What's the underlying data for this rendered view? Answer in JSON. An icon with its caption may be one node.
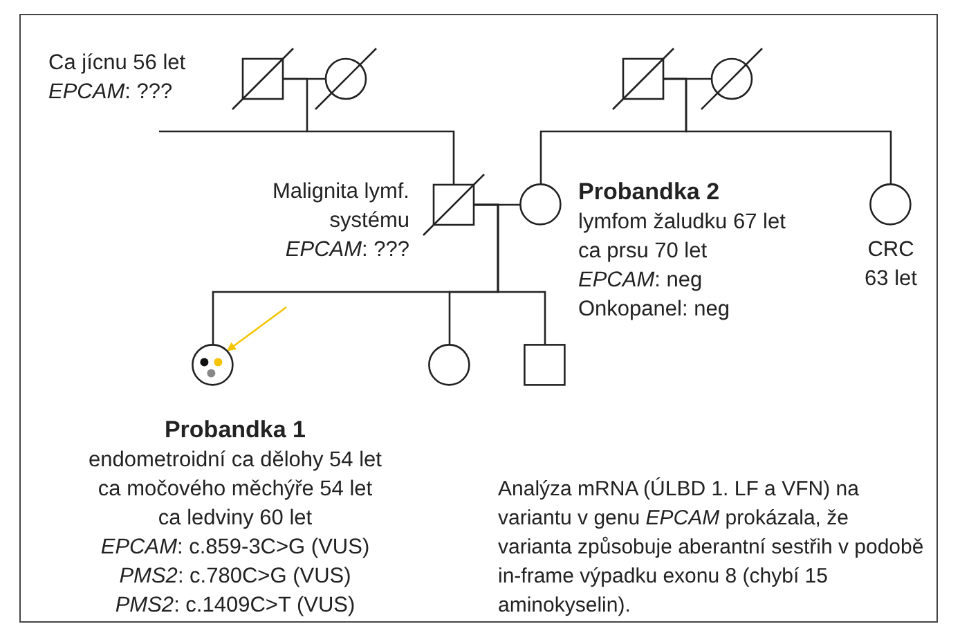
{
  "diagram": {
    "nodes": [
      {
        "text": [],
        "shape": "box",
        "beside": [
          "Ca jícnu 56 let",
          "*EPCAM*: ???"
        ]
      },
      {
        "text": [],
        "shape": "circle"
      },
      {
        "text": [],
        "shape": "box"
      },
      {
        "text": [],
        "shape": "circle"
      },
      {
        "text": [],
        "shape": "box",
        "beside": [
          "Malignita lymf. systému",
          "*EPCAM*: ???"
        ]
      },
      {
        "text": [],
        "shape": "circle",
        "beside": [
          "Probandka 2",
          "lymfom žaludku 67 let",
          "ca prsu 70 let",
          "*EPCAM*: neg",
          "Onkopanel: neg"
        ]
      },
      {
        "text": [],
        "shape": "circle",
        "beside": [
          "CRC 63 let"
        ]
      },
      {
        "text": [],
        "shape": "circle",
        "beside": [
          "Probandka 1",
          "endometroidní ca dělohy 54 let",
          "ca močového měchýře 54 let",
          "ca ledviny 60 let",
          "*EPCAM*: c.859-3C>G (VUS)",
          "*PMS2*: c.780C>G (VUS)",
          "*PMS2*: c.1409C>T (VUS)"
        ]
      },
      {
        "text": [],
        "shape": "circle"
      },
      {
        "text": [],
        "shape": "box"
      }
    ],
    "edges": [
      {
        "from": 0,
        "to": 1,
        "arrow": "none"
      },
      {
        "from": 2,
        "to": 3,
        "arrow": "none"
      },
      {
        "from": 0,
        "to": 4,
        "arrow": "none"
      },
      {
        "from": 2,
        "to": 5,
        "arrow": "none"
      },
      {
        "from": 2,
        "to": 6,
        "arrow": "none"
      },
      {
        "from": 4,
        "to": 5,
        "arrow": "none"
      },
      {
        "from": 4,
        "to": 7,
        "arrow": "none"
      },
      {
        "from": 4,
        "to": 8,
        "arrow": "none"
      },
      {
        "from": 4,
        "to": 9,
        "arrow": "none"
      },
      {
        "from": null,
        "to": 7,
        "arrow": "to",
        "color": "#f5c400"
      }
    ],
    "labels": [
      "Analýza mRNA (ÚLBD 1. LF a VFN) na variantu v genu *EPCAM* prokázala, že varianta způsobuje aberantní sestřih v podobě in-frame výpadku exonu 8 (chybí 15 aminokyselin)."
    ]
  }
}
